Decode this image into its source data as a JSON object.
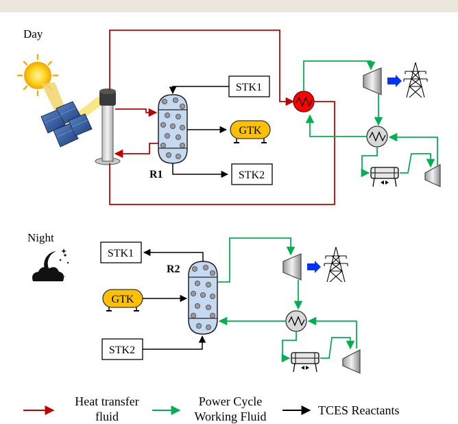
{
  "sections": {
    "day": "Day",
    "night": "Night"
  },
  "tanks": {
    "stk1": "STK1",
    "stk2": "STK2",
    "gtk": "GTK"
  },
  "reactors": {
    "r1": "R1",
    "r2": "R2"
  },
  "legend": {
    "heat_transfer_line1": "Heat transfer",
    "heat_transfer_line2": "fluid",
    "power_cycle_line1": "Power Cycle",
    "power_cycle_line2": "Working Fluid",
    "tces": "TCES Reactants"
  },
  "colors": {
    "heat_transfer": "#c00000",
    "power_cycle": "#00b050",
    "tces": "#000000",
    "gtk_fill": "#ffc000",
    "reactor_fill": "#c5d9f1",
    "exchanger_fill": "#ff0000",
    "blue_arrow": "#0033ff"
  }
}
